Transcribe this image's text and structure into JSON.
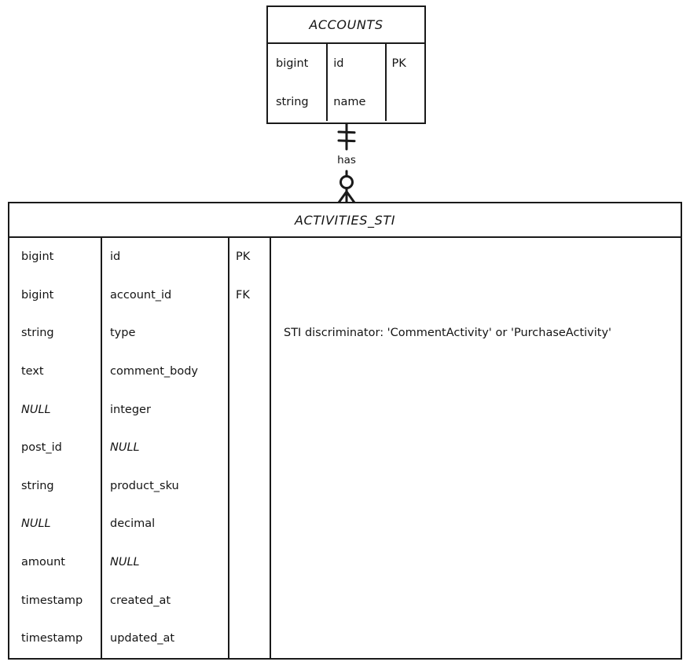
{
  "diagram": {
    "type": "entity-relationship-diagram",
    "style": "hand-drawn",
    "background_color": "#ffffff",
    "line_color": "#1a1a1a",
    "text_color": "#141414"
  },
  "entities": [
    {
      "name": "ACCOUNTS",
      "columns": [
        {
          "type": "bigint",
          "attribute": "id",
          "key": "PK",
          "comment": ""
        },
        {
          "type": "string",
          "attribute": "name",
          "key": "",
          "comment": ""
        }
      ]
    },
    {
      "name": "ACTIVITIES_STI",
      "columns": [
        {
          "type": "bigint",
          "attribute": "id",
          "key": "PK",
          "comment": ""
        },
        {
          "type": "bigint",
          "attribute": "account_id",
          "key": "FK",
          "comment": ""
        },
        {
          "type": "string",
          "attribute": "type",
          "key": "",
          "comment": "STI discriminator: 'CommentActivity' or 'PurchaseActivity'"
        },
        {
          "type": "text",
          "attribute": "comment_body",
          "key": "",
          "comment": ""
        },
        {
          "type": "NULL",
          "attribute": "integer",
          "key": "",
          "comment": ""
        },
        {
          "type": "post_id",
          "attribute": "NULL",
          "key": "",
          "comment": ""
        },
        {
          "type": "string",
          "attribute": "product_sku",
          "key": "",
          "comment": ""
        },
        {
          "type": "NULL",
          "attribute": "decimal",
          "key": "",
          "comment": ""
        },
        {
          "type": "amount",
          "attribute": "NULL",
          "key": "",
          "comment": ""
        },
        {
          "type": "timestamp",
          "attribute": "created_at",
          "key": "",
          "comment": ""
        },
        {
          "type": "timestamp",
          "attribute": "updated_at",
          "key": "",
          "comment": ""
        }
      ]
    }
  ],
  "relationship": {
    "label": "has",
    "from_entity": "ACCOUNTS",
    "to_entity": "ACTIVITIES_STI",
    "from_cardinality": "exactly-one",
    "to_cardinality": "zero-or-many",
    "notation": "crows-foot"
  }
}
